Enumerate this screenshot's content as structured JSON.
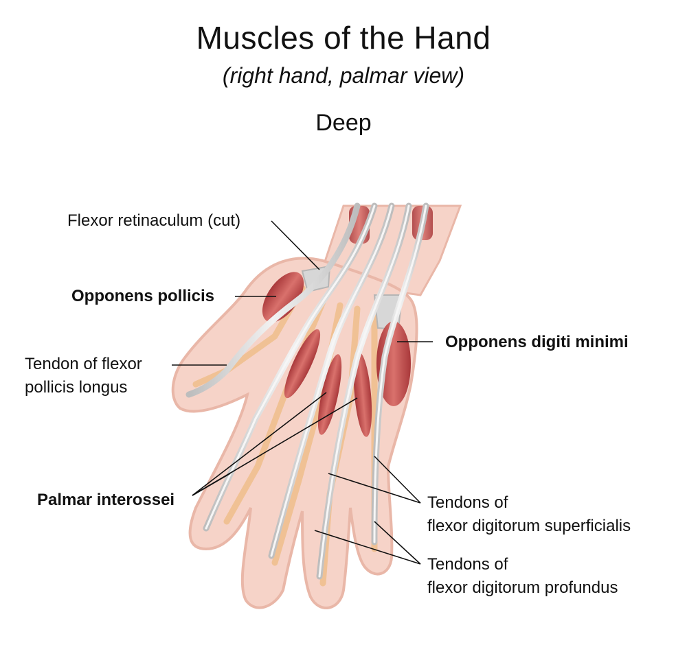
{
  "header": {
    "title": "Muscles of the Hand",
    "subtitle": "(right hand, palmar view)",
    "view": "Deep"
  },
  "labels": {
    "flexor_retinaculum": "Flexor retinaculum  (cut)",
    "opponens_pollicis": "Opponens pollicis",
    "tendon_fpl_line1": "Tendon of flexor",
    "tendon_fpl_line2": "pollicis longus",
    "opponens_digiti_minimi": "Opponens digiti minimi",
    "palmar_interossei": "Palmar interossei",
    "fds_line1": "Tendons of",
    "fds_line2": "flexor digitorum superficialis",
    "fdp_line1": "Tendons of",
    "fdp_line2": "flexor digitorum profundus"
  },
  "colors": {
    "skin": "#f6d3c8",
    "skin_edge": "#e9b7a8",
    "bone": "#f3c99a",
    "muscle": "#c9504f",
    "tendon": "#dcdcdc",
    "leader": "#111111"
  }
}
